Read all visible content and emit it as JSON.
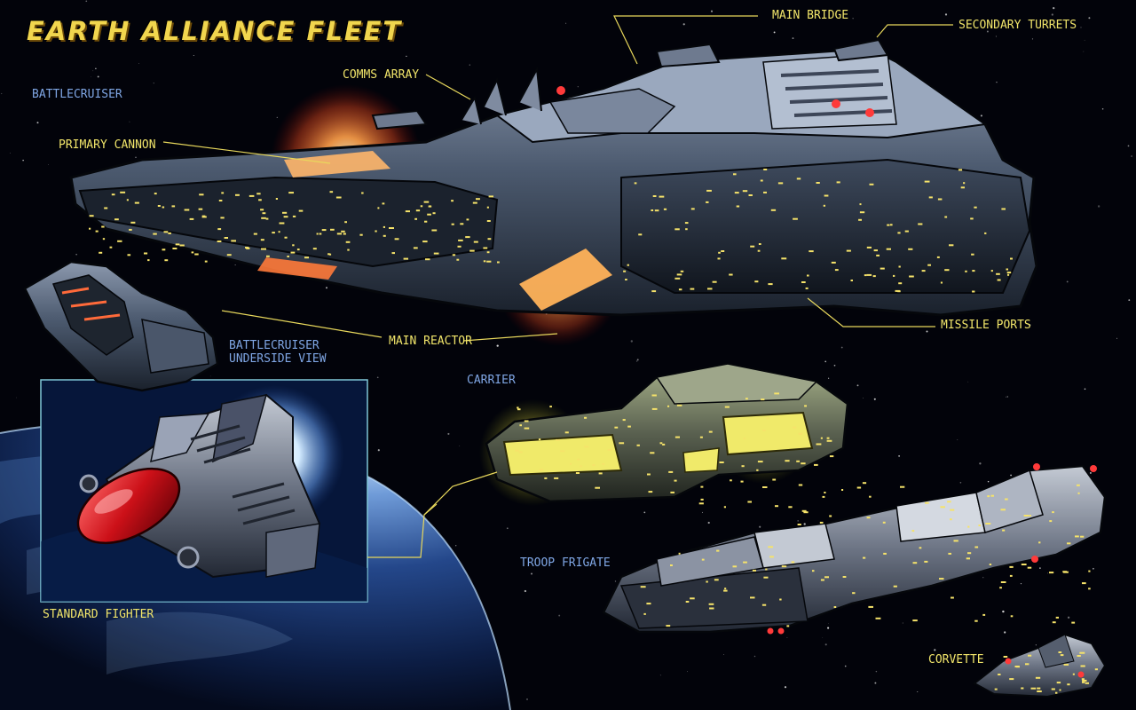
{
  "title": "EARTH ALLIANCE FLEET",
  "labels": {
    "battlecruiser": "BATTLECRUISER",
    "comms_array": "COMMS ARRAY",
    "main_bridge": "MAIN BRIDGE",
    "secondary_turrets": "SECONDARY TURRETS",
    "primary_cannon": "PRIMARY CANNON",
    "main_reactor": "MAIN REACTOR",
    "missile_ports": "MISSILE PORTS",
    "underside_view_line1": "BATTLECRUISER",
    "underside_view_line2": "UNDERSIDE VIEW",
    "carrier": "CARRIER",
    "troop_frigate": "TROOP FRIGATE",
    "standard_fighter": "STANDARD FIGHTER",
    "corvette": "CORVETTE"
  },
  "colors": {
    "background": "#02030a",
    "title": "#f1d64e",
    "callout_yellow": "#f1e56a",
    "callout_blue": "#7fa6e4",
    "hull": "#3d4a5c",
    "hull_light": "#8d9bb1",
    "reactor_glow": "#ff8a3a",
    "carrier_glow": "#ffe95a",
    "fighter_canopy": "#d8222b",
    "planet": "#1f3f78"
  }
}
